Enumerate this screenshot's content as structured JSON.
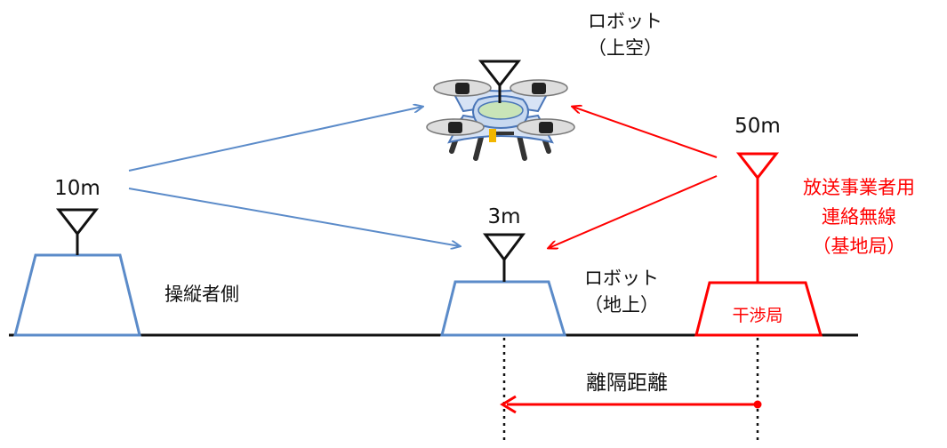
{
  "colors": {
    "blue": "#5B8BC9",
    "red": "#FF0000",
    "black": "#111111"
  },
  "labels": {
    "robot_sky_line1": "ロボット",
    "robot_sky_line2": "（上空）",
    "height_operator": "10m",
    "height_robot_ground": "3m",
    "height_interferer": "50m",
    "operator_side": "操縦者側",
    "robot_ground_line1": "ロボット",
    "robot_ground_line2": "（地上）",
    "interferer_name": "干渉局",
    "broadcaster_line1": "放送事業者用",
    "broadcaster_line2": "連絡無線",
    "broadcaster_line3": "（基地局）",
    "separation_distance": "離隔距離"
  }
}
